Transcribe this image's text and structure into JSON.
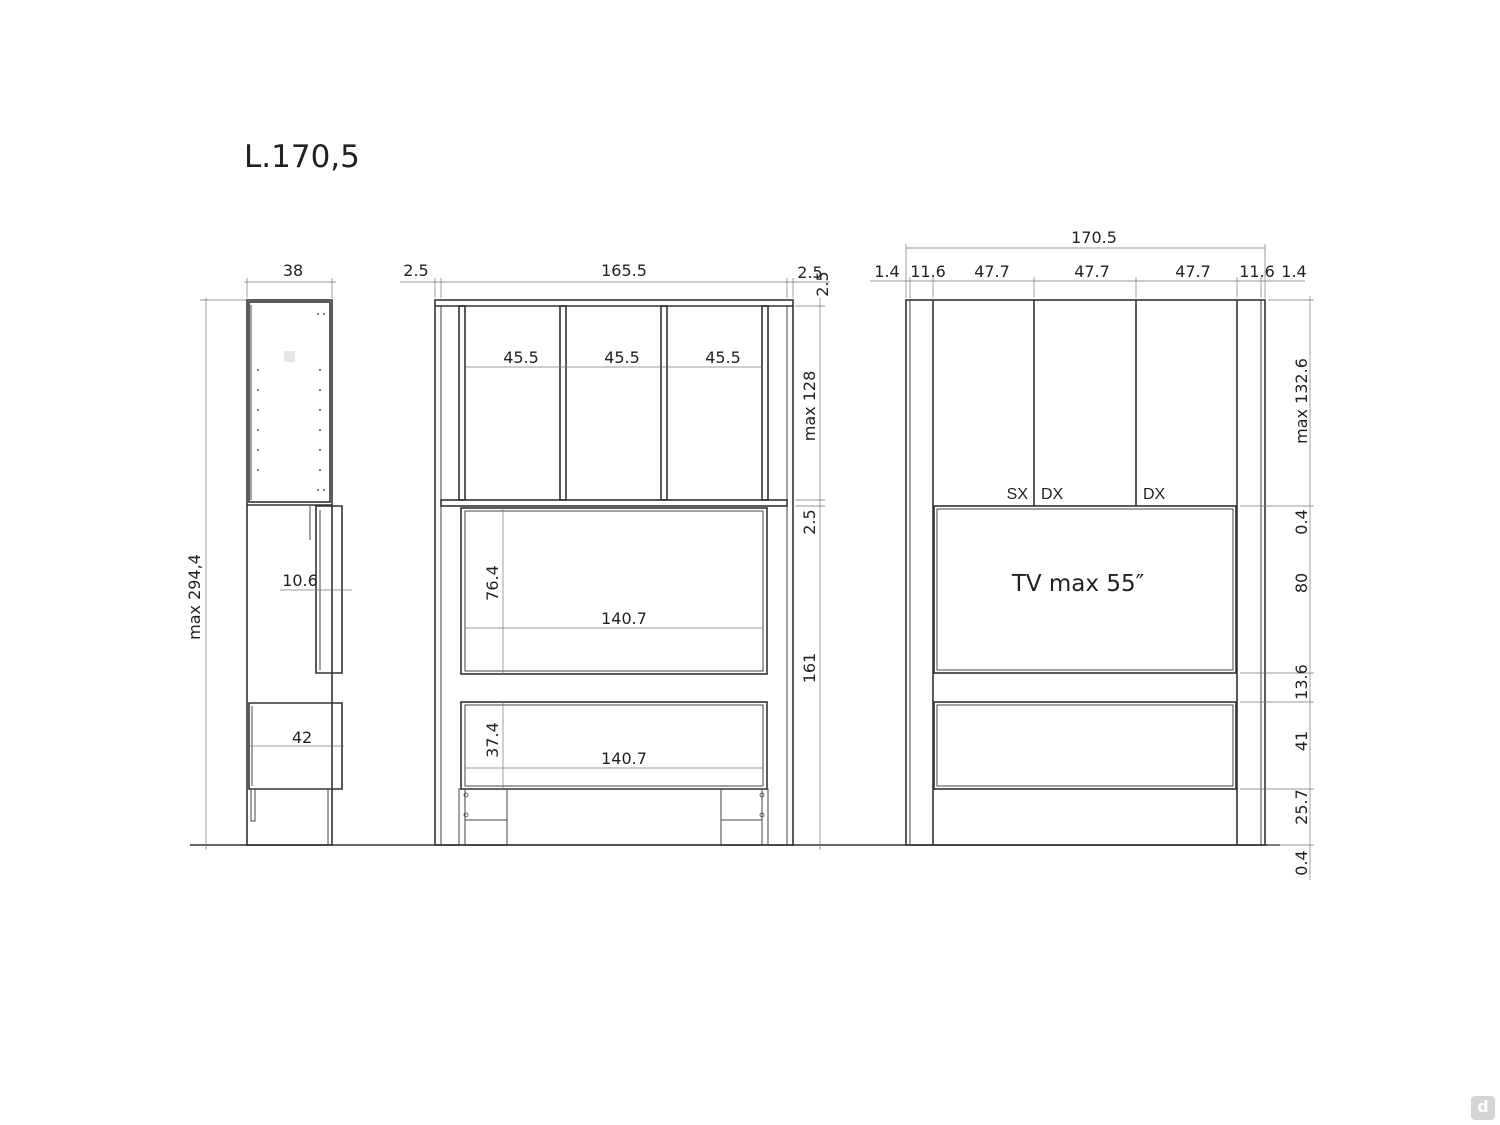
{
  "title": "L.170,5",
  "side_view": {
    "width": "38",
    "height": "max 294,4",
    "door_depth": "10.6",
    "drawer_depth": "42"
  },
  "front_view": {
    "left_margin": "2.5",
    "inner_width": "165.5",
    "right_margin": "2.5",
    "top_thickness": "2.5",
    "compartments": [
      "45.5",
      "45.5",
      "45.5"
    ],
    "upper_height": "max 128",
    "shelf_thickness": "2.5",
    "lower_height": "161",
    "tv_opening_height": "76.4",
    "tv_opening_width": "140.7",
    "drawer_height": "37.4",
    "drawer_width": "140.7"
  },
  "front_closed_view": {
    "total_width": "170.5",
    "widths": [
      "1.4",
      "11.6",
      "47.7",
      "47.7",
      "47.7",
      "11.6",
      "1.4"
    ],
    "door_labels": [
      "SX",
      "DX",
      "DX"
    ],
    "tv_label": "TV max 55″",
    "heights": [
      "max 132.6",
      "0.4",
      "80",
      "13.6",
      "41",
      "25.7",
      "0.4"
    ]
  },
  "logo": "d"
}
